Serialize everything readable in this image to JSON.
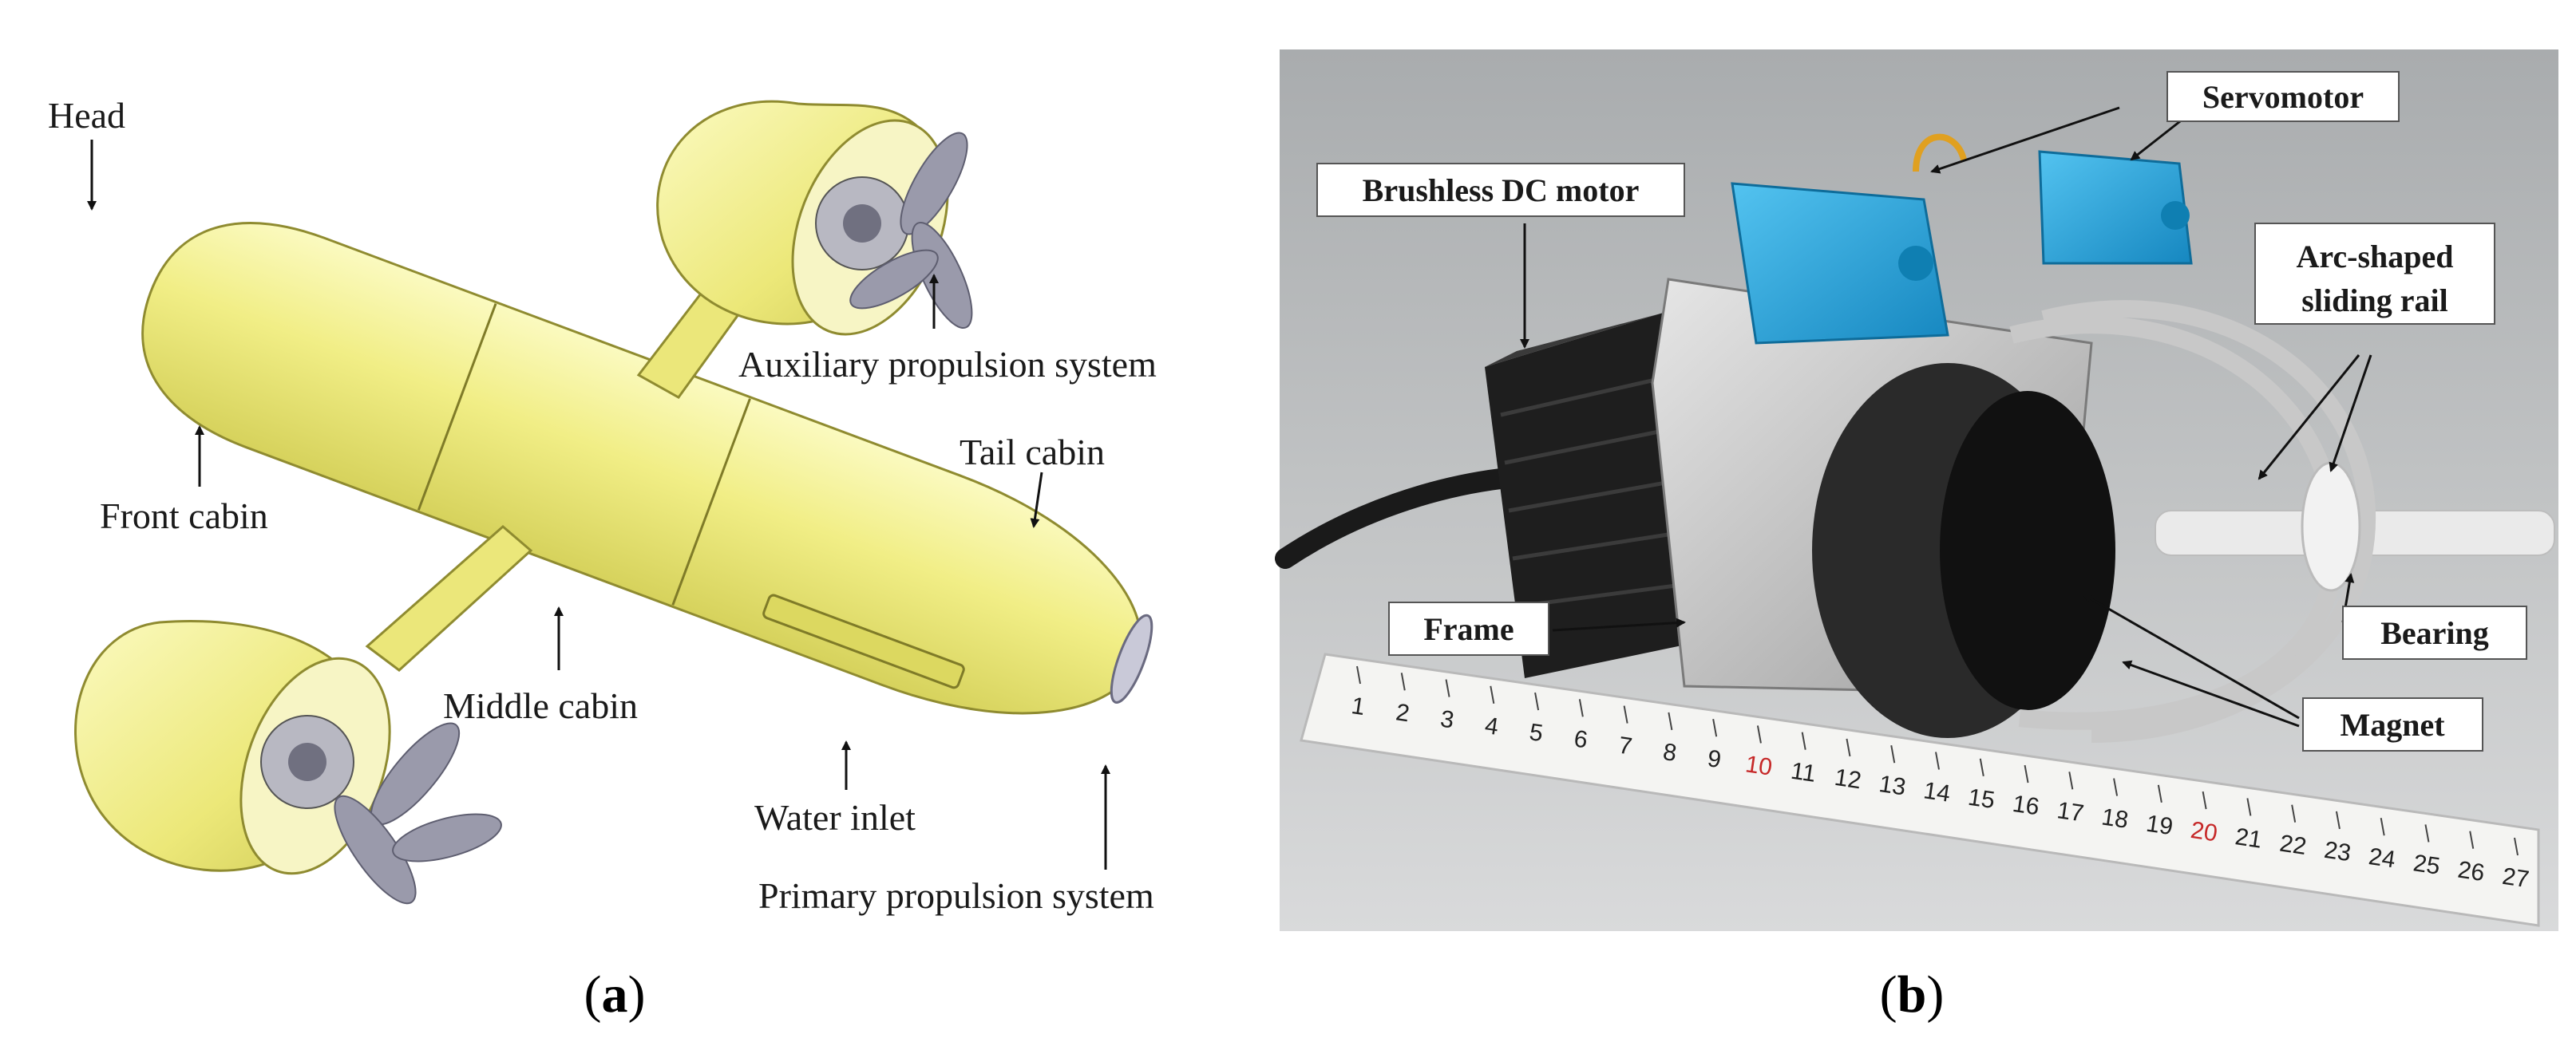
{
  "panel_a": {
    "labels": {
      "head": "Head",
      "auxiliary": "Auxiliary propulsion system",
      "tail_cabin": "Tail cabin",
      "front_cabin": "Front cabin",
      "middle_cabin": "Middle cabin",
      "water_inlet": "Water inlet",
      "primary": "Primary propulsion system"
    },
    "caption_letter": "a",
    "colors": {
      "hull": "#f2f08a",
      "hull_shadow": "#d8d460",
      "propeller": "#9a9aab"
    }
  },
  "panel_b": {
    "labels": {
      "servomotor": "Servomotor",
      "brushless": "Brushless DC motor",
      "arc_line1": "Arc-shaped",
      "arc_line2": "sliding rail",
      "frame": "Frame",
      "bearing": "Bearing",
      "magnet": "Magnet"
    },
    "ruler_numbers": [
      "1",
      "2",
      "3",
      "4",
      "5",
      "6",
      "7",
      "8",
      "9",
      "10",
      "11",
      "12",
      "13",
      "14",
      "15",
      "16",
      "17",
      "18",
      "19",
      "20",
      "21",
      "22",
      "23",
      "24",
      "25",
      "26",
      "27"
    ],
    "ruler_red": [
      "10",
      "20"
    ],
    "caption_letter": "b",
    "colors": {
      "servo": "#2aa7e0",
      "motor": "#1c1c1c",
      "background": "#bfc1c3"
    }
  }
}
